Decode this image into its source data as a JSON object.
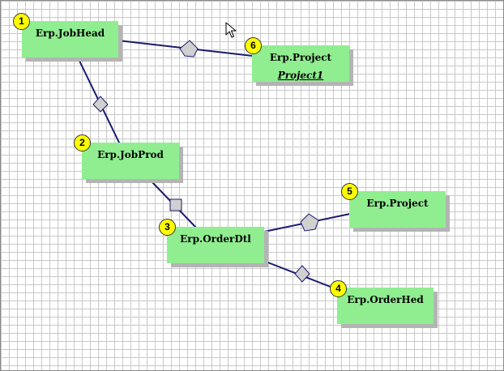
{
  "nodes": [
    {
      "id": 1,
      "number": "1",
      "title": "Erp.JobHead",
      "subtitle": ""
    },
    {
      "id": 2,
      "number": "2",
      "title": "Erp.JobProd",
      "subtitle": ""
    },
    {
      "id": 3,
      "number": "3",
      "title": "Erp.OrderDtl",
      "subtitle": ""
    },
    {
      "id": 4,
      "number": "4",
      "title": "Erp.OrderHed",
      "subtitle": ""
    },
    {
      "id": 5,
      "number": "5",
      "title": "Erp.Project",
      "subtitle": ""
    },
    {
      "id": 6,
      "number": "6",
      "title": "Erp.Project",
      "subtitle": "Project1"
    }
  ],
  "links": [
    {
      "from": 1,
      "to": 6,
      "marker": "pentagon-diamond"
    },
    {
      "from": 1,
      "to": 2,
      "marker": "diamond"
    },
    {
      "from": 2,
      "to": 3,
      "marker": "square"
    },
    {
      "from": 3,
      "to": 5,
      "marker": "pentagon-diamond"
    },
    {
      "from": 3,
      "to": 4,
      "marker": "diamond"
    }
  ],
  "colors": {
    "node_fill": "#90ee90",
    "badge_fill": "#ffff00",
    "link_stroke": "#1a1a6e",
    "marker_fill": "#d0d0d0"
  },
  "icons": {
    "cursor": "mouse-pointer-icon"
  }
}
